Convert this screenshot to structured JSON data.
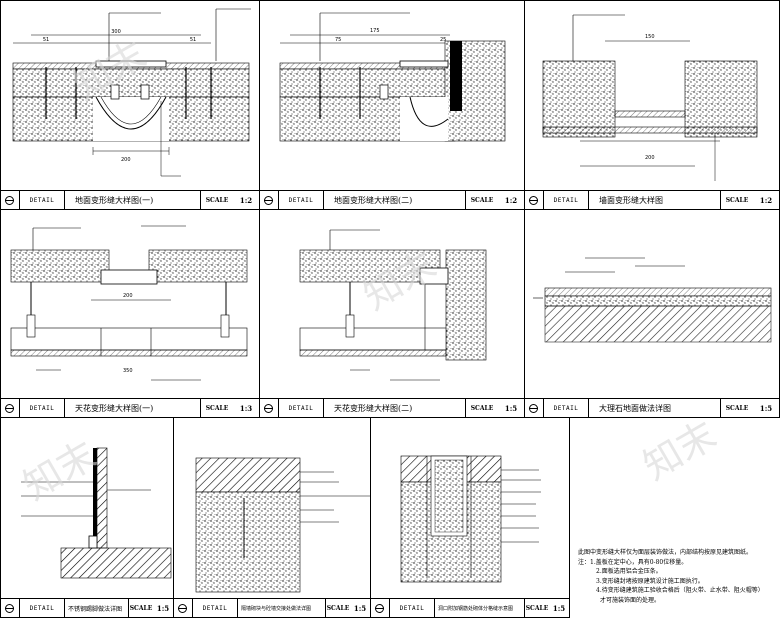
{
  "panels": [
    {
      "id": "p1",
      "detail": "DETAIL",
      "title": "地面变形缝大样图(一)",
      "scale_label": "SCALE",
      "scale_value": "1:2"
    },
    {
      "id": "p2",
      "detail": "DETAIL",
      "title": "地面变形缝大样图(二)",
      "scale_label": "SCALE",
      "scale_value": "1:2"
    },
    {
      "id": "p3",
      "detail": "DETAIL",
      "title": "墙面变形缝大样图",
      "scale_label": "SCALE",
      "scale_value": "1:2"
    },
    {
      "id": "p4",
      "detail": "DETAIL",
      "title": "天花变形缝大样图(一)",
      "scale_label": "SCALE",
      "scale_value": "1:3"
    },
    {
      "id": "p5",
      "detail": "DETAIL",
      "title": "天花变形缝大样图(二)",
      "scale_label": "SCALE",
      "scale_value": "1:5"
    },
    {
      "id": "p6",
      "detail": "DETAIL",
      "title": "大理石地面做法详图",
      "scale_label": "SCALE",
      "scale_value": "1:5"
    },
    {
      "id": "p7",
      "detail": "DETAIL",
      "title": "不锈钢踢脚做法详图",
      "scale_label": "SCALE",
      "scale_value": "1:5"
    },
    {
      "id": "p8",
      "detail": "DETAIL",
      "title": "隔墙砌块与砼墙交接处做法详图",
      "scale_label": "SCALE",
      "scale_value": "1:5"
    },
    {
      "id": "p9",
      "detail": "DETAIL",
      "title": "洞口附加钢筋处砌体分格缝示意图",
      "scale_label": "SCALE",
      "scale_value": "1:5"
    }
  ],
  "dimensions": {
    "p1_top": "300",
    "p1_left": "51",
    "p1_right": "51",
    "p1_bottom": "200",
    "p2_top": "175",
    "p2_left": "75",
    "p2_right": "25",
    "p3_top": "150",
    "p3_bottom": "200",
    "p4_mid": "200",
    "p4_small": "350"
  },
  "notes": {
    "intro": "此图中变形缝大样仅为面层装饰做法，内部结构按原见建筑图纸。",
    "items": [
      "注：1.盖板在定中心，具有0-80位移量。",
      "2.面板选用铝合金压条。",
      "3.变形缝封堵按原建筑设计施工图执行。",
      "4.待变形缝建筑施工验收合格后（阻火带、止水带、阻火帽等）",
      "才可施装饰面的处理。"
    ]
  },
  "watermark": "知末"
}
